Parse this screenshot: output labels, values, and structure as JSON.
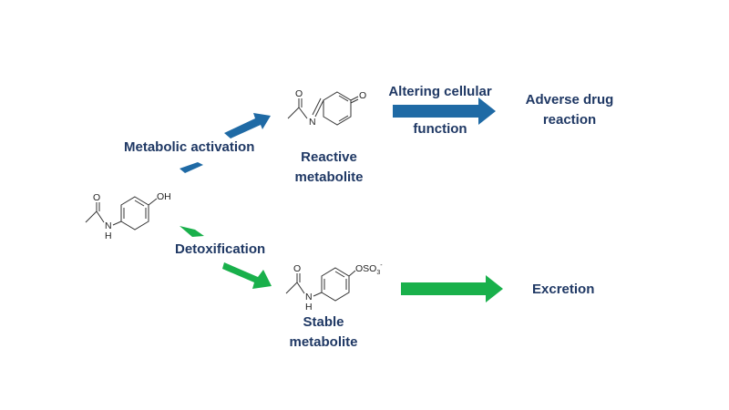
{
  "colors": {
    "activation": "#1f6aa5",
    "detox": "#19b04b",
    "text": "#1f3864"
  },
  "labels": {
    "metabolic_activation": "Metabolic activation",
    "reactive": "Reactive metabolite",
    "altering_line1": "Altering cellular",
    "altering_line2": "function",
    "adverse": "Adverse drug reaction",
    "detoxification": "Detoxification",
    "stable": "Stable metabolite",
    "excretion": "Excretion"
  },
  "atoms": {
    "parent_oh": "OH",
    "parent_n": "N",
    "parent_h": "H",
    "parent_o": "O",
    "reactive_o_ring": "O",
    "reactive_o_acetyl": "O",
    "reactive_n": "N",
    "stable_oso3": "OSO",
    "stable_sub3": "3",
    "stable_minus": "-",
    "stable_n": "N",
    "stable_h": "H",
    "stable_o": "O"
  },
  "icons": [
    "arrow-icon",
    "molecule-structure"
  ]
}
